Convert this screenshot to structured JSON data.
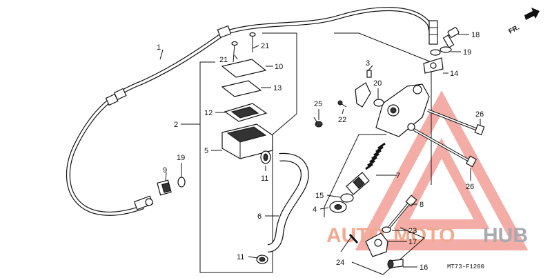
{
  "diagram": {
    "direction_label": "FR.",
    "drawing_code": "MT73-F1200",
    "watermark": {
      "auto": "AUTO",
      "moto": "MOTO",
      "hub": "HUB",
      "accent_color": "#e8502a",
      "gray_color": "#8a8c92"
    },
    "callouts": {
      "p1": "1",
      "p2": "2",
      "p3": "3",
      "p4": "4",
      "p5": "5",
      "p6": "6",
      "p7": "7",
      "p8": "8",
      "p9": "9",
      "p10": "10",
      "p11a": "11",
      "p11b": "11",
      "p12": "12",
      "p13": "13",
      "p14": "14",
      "p15": "15",
      "p16": "16",
      "p17": "17",
      "p18": "18",
      "p19a": "19",
      "p19b": "19",
      "p20": "20",
      "p21a": "21",
      "p21b": "21",
      "p22": "22",
      "p23": "23",
      "p24": "24",
      "p25": "25",
      "p26a": "26",
      "p26b": "26"
    }
  }
}
